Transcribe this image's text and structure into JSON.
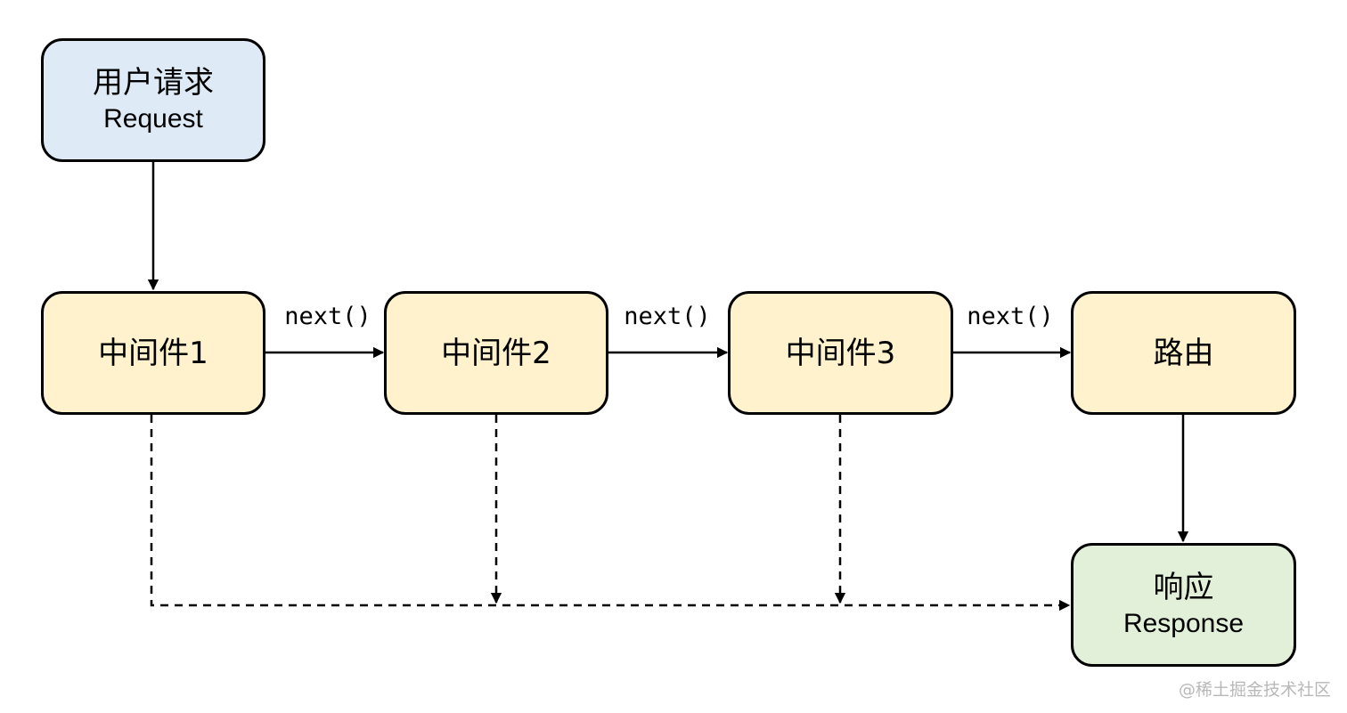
{
  "nodes": {
    "request": {
      "cn": "用户请求",
      "en": "Request"
    },
    "middleware1": {
      "cn": "中间件1"
    },
    "middleware2": {
      "cn": "中间件2"
    },
    "middleware3": {
      "cn": "中间件3"
    },
    "router": {
      "cn": "路由"
    },
    "response": {
      "cn": "响应",
      "en": "Response"
    }
  },
  "edges": {
    "next1": "next()",
    "next2": "next()",
    "next3": "next()"
  },
  "colors": {
    "request_fill": "#DEEBF7",
    "middleware_fill": "#FFF2CC",
    "response_fill": "#E2F0D9",
    "stroke": "#000000"
  },
  "watermark": "@稀土掘金技术社区"
}
